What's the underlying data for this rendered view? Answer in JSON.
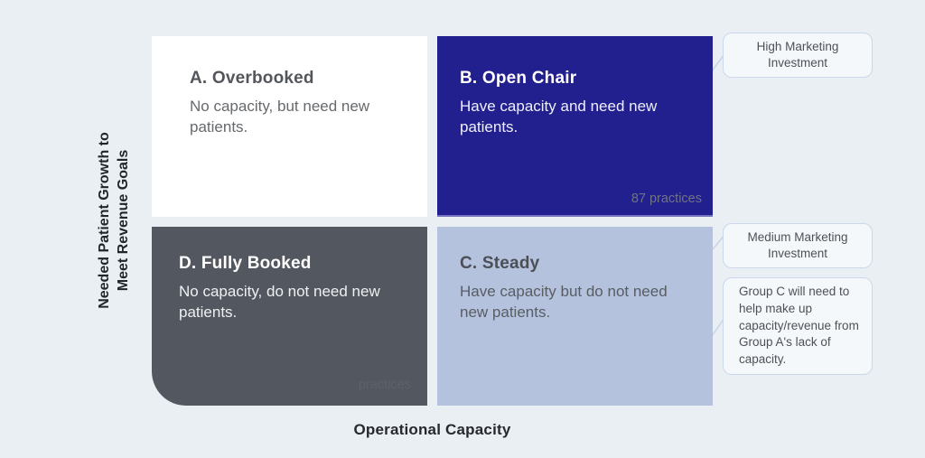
{
  "colors": {
    "background": "#e9eff3",
    "quadrant_a_bg": "#ffffff",
    "quadrant_b_bg": "#221f8f",
    "quadrant_c_bg": "#b4c2de",
    "quadrant_d_bg": "#53575f",
    "callout_bg": "#f4f8fb",
    "callout_border": "#ccd7eb"
  },
  "y_axis": {
    "line1": "Needed Patient Growth to",
    "line2": "Meet Revenue Goals"
  },
  "x_axis": {
    "label": "Operational Capacity"
  },
  "quadrants": {
    "a": {
      "title": "A. Overbooked",
      "description": "No capacity, but need new patients."
    },
    "b": {
      "title": "B. Open Chair",
      "description": "Have capacity and need new patients.",
      "badge": "87 practices"
    },
    "d": {
      "title": "D. Fully Booked",
      "description": "No capacity, do not need new patients.",
      "faint_badge": "practices"
    },
    "c": {
      "title": "C. Steady",
      "description": "Have capacity but do not need new patients."
    }
  },
  "callouts": {
    "high": {
      "text": "High Marketing Investment"
    },
    "medium": {
      "text": "Medium Marketing Investment"
    },
    "group_c": {
      "text": "Group C will need to help make up capacity/revenue from Group A's lack of capacity."
    }
  }
}
